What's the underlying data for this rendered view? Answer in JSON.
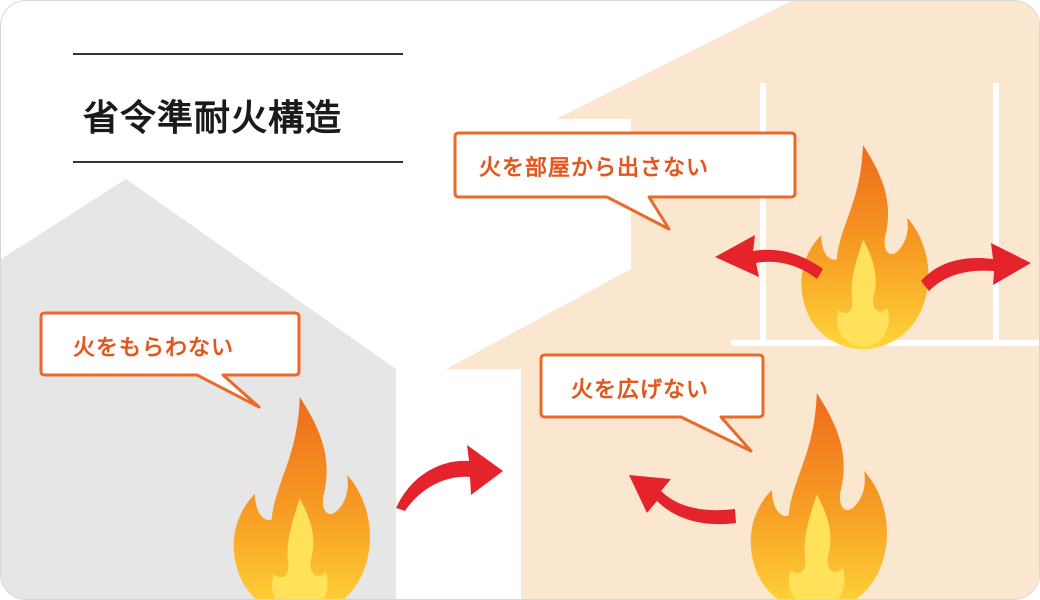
{
  "title": "省令準耐火構造",
  "callouts": {
    "no_receive": "火をもらわない",
    "no_escape": "火を部屋から出さない",
    "no_spread": "火を広げない"
  },
  "colors": {
    "house_left": "#e6e6e6",
    "house_right": "#fbe6d0",
    "accent_orange": "#ea6a2a",
    "arrow_red": "#e4232a",
    "flame_outer": "#f07a1a",
    "flame_inner": "#ffd23a"
  }
}
